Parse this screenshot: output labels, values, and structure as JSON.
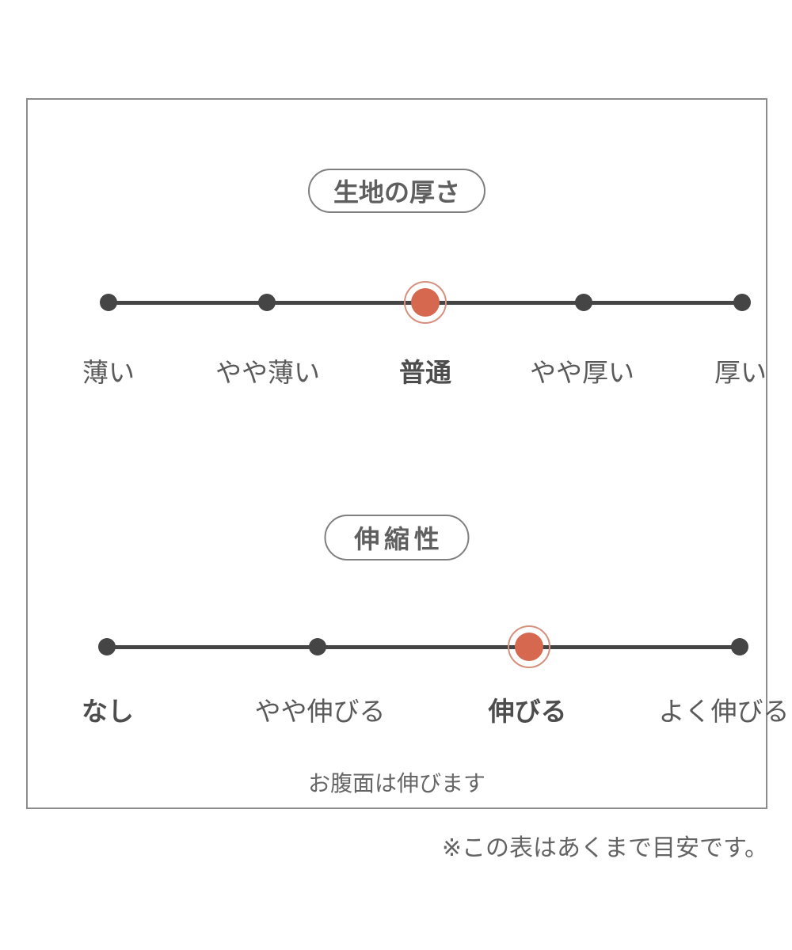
{
  "chart_data": [
    {
      "type": "scale",
      "title": "生地の厚さ",
      "categories": [
        "薄い",
        "やや薄い",
        "普通",
        "やや厚い",
        "厚い"
      ],
      "selected": "普通",
      "selected_index": 2,
      "num_points": 5
    },
    {
      "type": "scale",
      "title": "伸縮性",
      "categories": [
        "なし",
        "やや伸びる",
        "伸びる",
        "よく伸びる"
      ],
      "selected": "伸びる",
      "selected_index": 2,
      "num_points": 4,
      "note": "お腹面は伸びます",
      "bold_labels": [
        "なし",
        "伸びる"
      ]
    }
  ],
  "footnote": "※この表はあくまで目安です。",
  "colors": {
    "accent_dot": "#d5684f",
    "accent_ring": "#d5907e",
    "scale_dot": "#454545",
    "scale_line": "#454545",
    "label_text": "#5a5a5a",
    "frame_border": "#8c8c8c"
  }
}
